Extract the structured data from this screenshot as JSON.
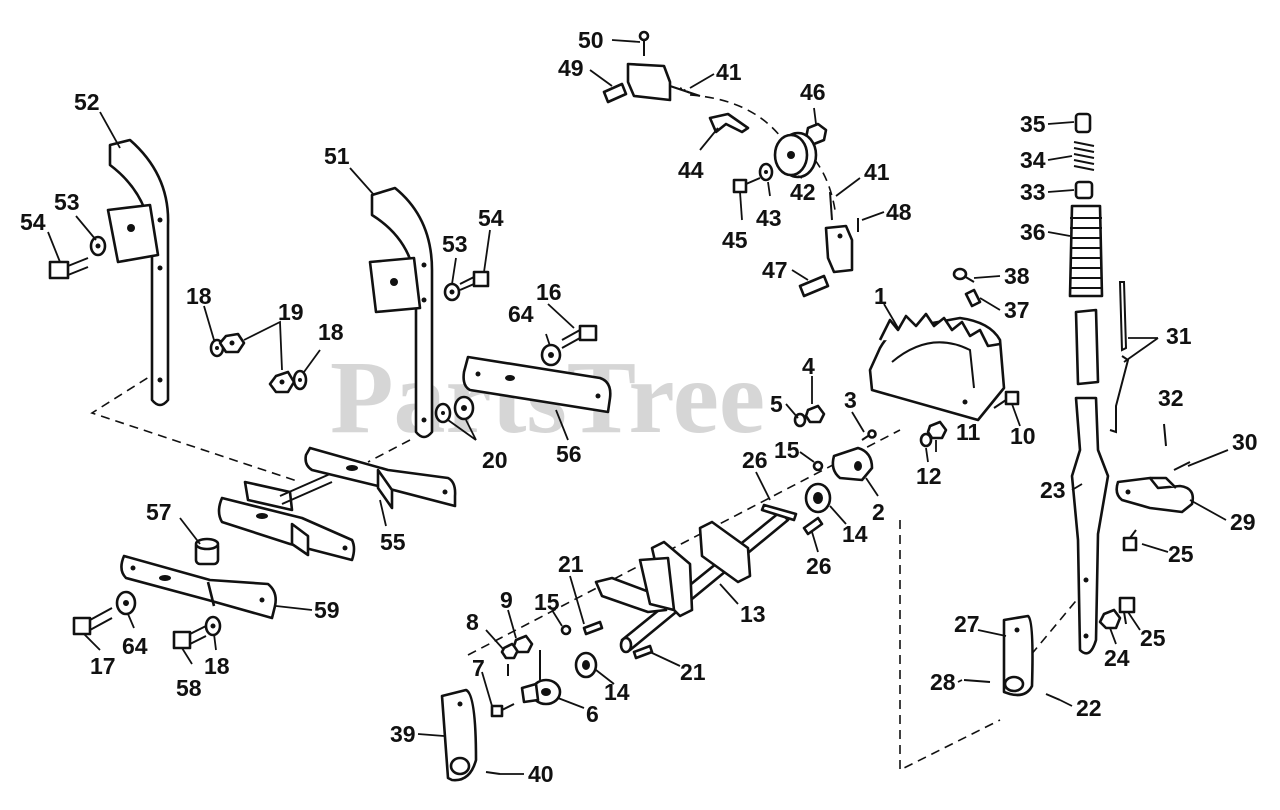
{
  "watermark": "PartsTree",
  "callouts": [
    {
      "id": "c50",
      "text": "50"
    },
    {
      "id": "c49",
      "text": "49"
    },
    {
      "id": "c41a",
      "text": "41"
    },
    {
      "id": "c46",
      "text": "46"
    },
    {
      "id": "c44",
      "text": "44"
    },
    {
      "id": "c42",
      "text": "42"
    },
    {
      "id": "c43",
      "text": "43"
    },
    {
      "id": "c45",
      "text": "45"
    },
    {
      "id": "c41b",
      "text": "41"
    },
    {
      "id": "c48",
      "text": "48"
    },
    {
      "id": "c47",
      "text": "47"
    },
    {
      "id": "c35",
      "text": "35"
    },
    {
      "id": "c34",
      "text": "34"
    },
    {
      "id": "c33",
      "text": "33"
    },
    {
      "id": "c36",
      "text": "36"
    },
    {
      "id": "c38",
      "text": "38"
    },
    {
      "id": "c37",
      "text": "37"
    },
    {
      "id": "c52",
      "text": "52"
    },
    {
      "id": "c51",
      "text": "51"
    },
    {
      "id": "c53a",
      "text": "53"
    },
    {
      "id": "c54a",
      "text": "54"
    },
    {
      "id": "c53b",
      "text": "53"
    },
    {
      "id": "c54b",
      "text": "54"
    },
    {
      "id": "c18a",
      "text": "18"
    },
    {
      "id": "c19",
      "text": "19"
    },
    {
      "id": "c18b",
      "text": "18"
    },
    {
      "id": "c16",
      "text": "16"
    },
    {
      "id": "c64a",
      "text": "64"
    },
    {
      "id": "c1",
      "text": "1"
    },
    {
      "id": "c4",
      "text": "4"
    },
    {
      "id": "c5",
      "text": "5"
    },
    {
      "id": "c3",
      "text": "3"
    },
    {
      "id": "c31",
      "text": "31"
    },
    {
      "id": "c32",
      "text": "32"
    },
    {
      "id": "c20",
      "text": "20"
    },
    {
      "id": "c56",
      "text": "56"
    },
    {
      "id": "c10",
      "text": "10"
    },
    {
      "id": "c11",
      "text": "11"
    },
    {
      "id": "c12",
      "text": "12"
    },
    {
      "id": "c15a",
      "text": "15"
    },
    {
      "id": "c26a",
      "text": "26"
    },
    {
      "id": "c30",
      "text": "30"
    },
    {
      "id": "c23",
      "text": "23"
    },
    {
      "id": "c2",
      "text": "2"
    },
    {
      "id": "c29",
      "text": "29"
    },
    {
      "id": "c14a",
      "text": "14"
    },
    {
      "id": "c26b",
      "text": "26"
    },
    {
      "id": "c57",
      "text": "57"
    },
    {
      "id": "c55",
      "text": "55"
    },
    {
      "id": "c25a",
      "text": "25"
    },
    {
      "id": "c21a",
      "text": "21"
    },
    {
      "id": "c13",
      "text": "13"
    },
    {
      "id": "c59",
      "text": "59"
    },
    {
      "id": "c9",
      "text": "9"
    },
    {
      "id": "c15b",
      "text": "15"
    },
    {
      "id": "c8",
      "text": "8"
    },
    {
      "id": "c27",
      "text": "27"
    },
    {
      "id": "c25b",
      "text": "25"
    },
    {
      "id": "c17",
      "text": "17"
    },
    {
      "id": "c64b",
      "text": "64"
    },
    {
      "id": "c18c",
      "text": "18"
    },
    {
      "id": "c24",
      "text": "24"
    },
    {
      "id": "c21b",
      "text": "21"
    },
    {
      "id": "c7",
      "text": "7"
    },
    {
      "id": "c14b",
      "text": "14"
    },
    {
      "id": "c28",
      "text": "28"
    },
    {
      "id": "c58",
      "text": "58"
    },
    {
      "id": "c6",
      "text": "6"
    },
    {
      "id": "c22",
      "text": "22"
    },
    {
      "id": "c39",
      "text": "39"
    },
    {
      "id": "c40",
      "text": "40"
    }
  ]
}
